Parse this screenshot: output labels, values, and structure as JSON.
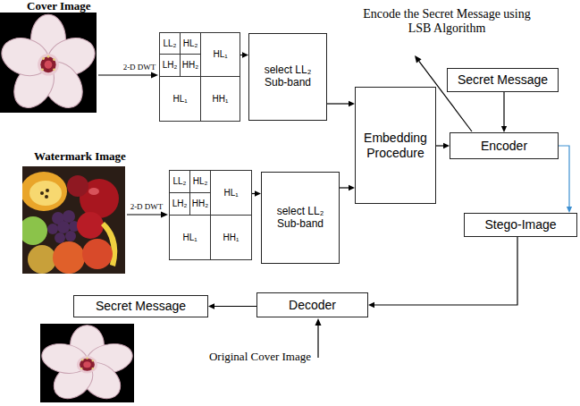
{
  "diagram": {
    "nodes": [
      {
        "text": [
          "LL₂"
        ]
      },
      {
        "text": [
          "HL₂"
        ]
      },
      {
        "text": [
          "LH₂"
        ]
      },
      {
        "text": [
          "HH₂"
        ]
      },
      {
        "text": [
          "HL₁"
        ]
      },
      {
        "text": [
          "HL₁"
        ]
      },
      {
        "text": [
          "HH₁"
        ]
      },
      {
        "text": [
          "select LL₂ Sub-band"
        ]
      },
      {
        "text": [
          "Secret Message"
        ]
      },
      {
        "text": [
          "Embedding Procedure"
        ]
      },
      {
        "text": [
          "Encoder"
        ]
      },
      {
        "text": [
          "LL₂"
        ]
      },
      {
        "text": [
          "HL₂"
        ]
      },
      {
        "text": [
          "LH₂"
        ]
      },
      {
        "text": [
          "HH₂"
        ]
      },
      {
        "text": [
          "HL₁"
        ]
      },
      {
        "text": [
          "HL₁"
        ]
      },
      {
        "text": [
          "HH₁"
        ]
      },
      {
        "text": [
          "select LL₂ Sub-band"
        ]
      },
      {
        "text": [
          "Stego-Image"
        ]
      },
      {
        "text": [
          "Decoder"
        ]
      },
      {
        "text": [
          "Secret Message"
        ]
      }
    ],
    "edges": [
      {
        "from": 4,
        "to": 7,
        "arrow": "to"
      },
      {
        "from": 7,
        "to": 9,
        "arrow": "to"
      },
      {
        "from": 8,
        "to": 10,
        "arrow": "to"
      },
      {
        "from": 9,
        "to": 10,
        "arrow": "to"
      },
      {
        "from": 15,
        "to": 18,
        "arrow": "to"
      },
      {
        "from": 18,
        "to": 9,
        "arrow": "to"
      },
      {
        "from": 10,
        "to": 19,
        "arrow": "to"
      },
      {
        "from": 19,
        "to": 20,
        "arrow": "to"
      },
      {
        "from": 20,
        "to": 21,
        "arrow": "to"
      }
    ],
    "labels": [
      "Cover Image",
      "2-D DWT",
      "Encode the Secret Message using LSB Algorithm",
      "Watermark Image",
      "2-D DWT",
      "Original Cover Image"
    ]
  }
}
